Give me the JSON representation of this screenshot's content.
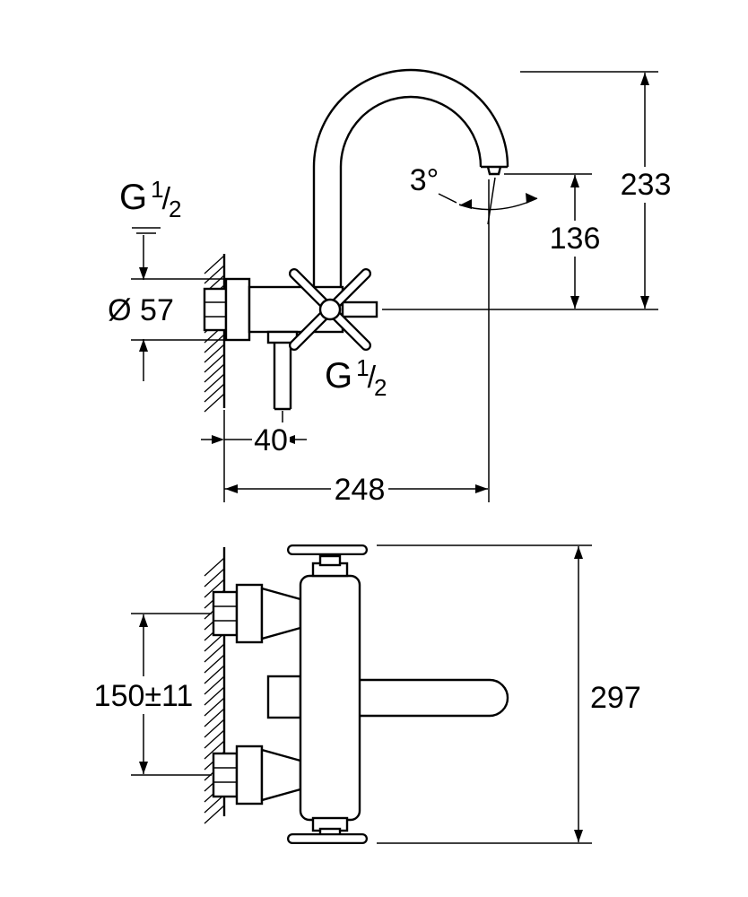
{
  "side_view": {
    "wall_thread": {
      "letter": "G",
      "numerator": "1",
      "slash": "/",
      "denominator": "2"
    },
    "escutcheon_diameter": "Ø 57",
    "spout_angle": "3°",
    "outlet_height": "136",
    "total_height": "233",
    "outlet_thread": {
      "letter": "G",
      "numerator": "1",
      "slash": "/",
      "denominator": "2"
    },
    "outlet_wall_distance": "40",
    "spout_reach": "248"
  },
  "front_view": {
    "connection_spacing": "150±11",
    "overall_length": "297"
  },
  "colors": {
    "line": "#000000",
    "background": "#ffffff"
  }
}
